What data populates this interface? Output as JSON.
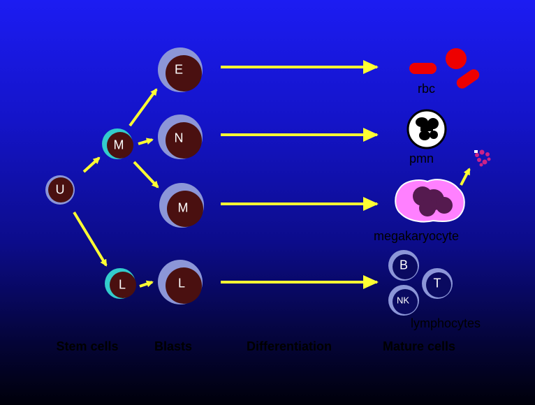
{
  "cells": {
    "stem_u": "U",
    "stem_m": "M",
    "stem_l": "L",
    "blast_e": "E",
    "blast_n": "N",
    "blast_m": "M",
    "blast_l": "L",
    "lymph_b": "B",
    "lymph_t": "T",
    "lymph_nk": "NK"
  },
  "mature_labels": {
    "rbc": "rbc",
    "pmn": "pmn",
    "megakaryocyte": "megakaryocyte",
    "lymphocytes": "lymphocytes"
  },
  "columns": {
    "stem": "Stem cells",
    "blasts": "Blasts",
    "differentiation": "Differentiation",
    "mature": "Mature cells"
  },
  "colors": {
    "arrow": "#ffff33",
    "cell_ring": "#8c96d8",
    "cell_core": "#4a1010",
    "rbc": "#ee0000",
    "platelet": "#cc2288",
    "megakaryocyte": "#ff80ff",
    "megakaryocyte_nucleus": "#551a4f",
    "stem_ring_accent": "#33cccc"
  }
}
